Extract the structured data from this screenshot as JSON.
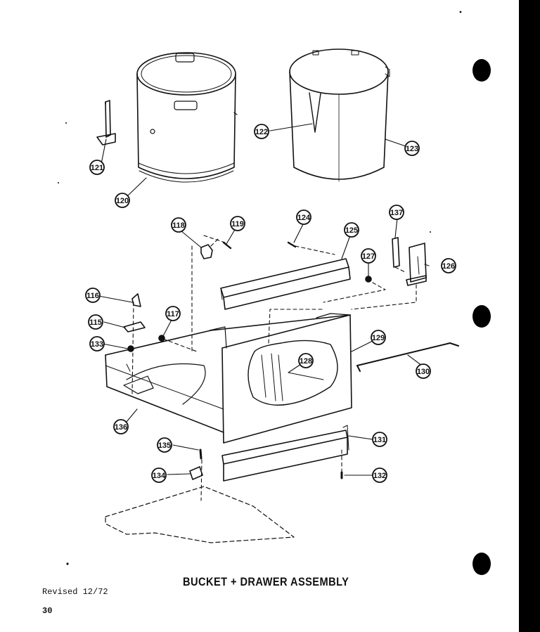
{
  "title": "BUCKET + DRAWER ASSEMBLY",
  "revised": "Revised 12/72",
  "page_number": "30",
  "callouts": [
    "115",
    "116",
    "117",
    "118",
    "119",
    "120",
    "121",
    "122",
    "123",
    "124",
    "125",
    "126",
    "127",
    "128",
    "129",
    "130",
    "131",
    "132",
    "133",
    "134",
    "135",
    "136",
    "137"
  ]
}
